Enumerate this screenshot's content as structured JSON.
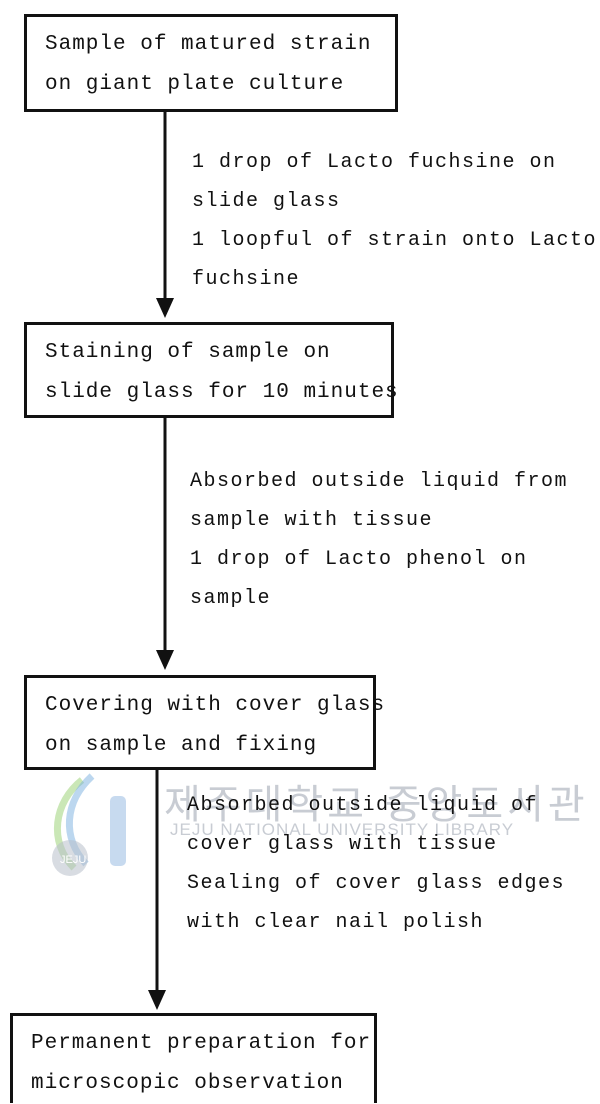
{
  "steps": [
    {
      "lines": [
        "Sample of matured strain",
        "on giant plate culture"
      ]
    },
    {
      "lines": [
        "Staining of sample on",
        "slide glass for 10 minutes"
      ]
    },
    {
      "lines": [
        "Covering with cover glass",
        "on sample and fixing"
      ]
    },
    {
      "lines": [
        "Permanent preparation for",
        "microscopic observation"
      ]
    }
  ],
  "notes": [
    {
      "lines": [
        "1 drop of Lacto fuchsine on",
        "slide glass",
        "1 loopful of strain onto Lacto",
        "fuchsine"
      ]
    },
    {
      "lines": [
        "Absorbed outside liquid from",
        "sample with tissue",
        "1 drop of Lacto phenol on",
        "sample"
      ]
    },
    {
      "lines": [
        "Absorbed outside liquid of",
        "cover glass with tissue",
        "Sealing of cover glass edges",
        "with clear nail polish"
      ]
    }
  ],
  "watermark": {
    "korean": "제주대학교 중앙도서관",
    "english": "JEJU NATIONAL UNIVERSITY LIBRARY",
    "logo_text": "JEJU",
    "color": "#c8ccd3",
    "logo_colors": [
      "#9fd37a",
      "#7ab0e0",
      "#b8bfca"
    ]
  },
  "colors": {
    "line": "#111111",
    "background": "#ffffff"
  }
}
